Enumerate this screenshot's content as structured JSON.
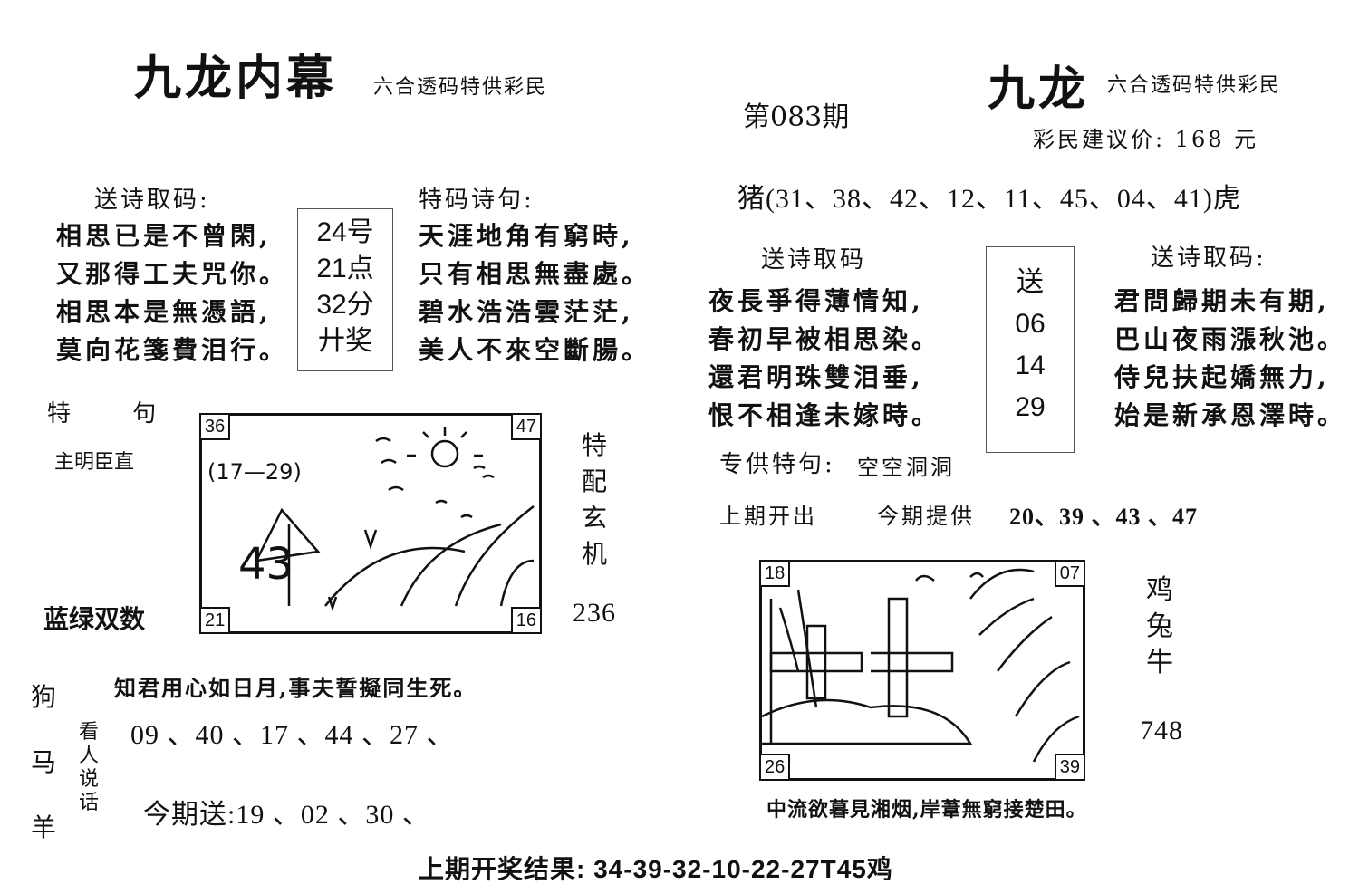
{
  "left": {
    "title": "九龙内幕",
    "subtitle": "六合透码特供彩民",
    "send_poem_header": "送诗取码:",
    "send_poem_lines": [
      "相思已是不曾閑,",
      "又那得工夫咒你。",
      "相思本是無憑語,",
      "莫向花箋費泪行。"
    ],
    "mid_box": [
      "24号",
      "21点",
      "32分",
      "廾奖"
    ],
    "special_poem_header": "特码诗句:",
    "special_poem_lines": [
      "天涯地角有窮時,",
      "只有相思無盡處。",
      "碧水浩浩雲茫茫,",
      "美人不來空斷腸。"
    ],
    "special_sentence_label": "特 句",
    "special_sentence": "主明臣直",
    "color_label": "蓝绿双数",
    "vertical_right": [
      "特",
      "配",
      "玄",
      "机"
    ],
    "number_236": "236",
    "picture": {
      "corners": {
        "tl": "36",
        "tr": "47",
        "bl": "21",
        "br": "16"
      },
      "scribble": "(17—29)",
      "scribble_num": "43"
    },
    "verse": "知君用心如日月,事夫誓擬同生死。",
    "animals_vertical": [
      "狗",
      "马",
      "羊"
    ],
    "look_label": [
      "看",
      "人",
      "说",
      "话"
    ],
    "look_numbers": "09 、40 、17 、44 、27 、",
    "today_send": "今期送:19 、02 、30 、"
  },
  "center": {
    "issue": "第083期"
  },
  "right": {
    "title": "九龙",
    "subtitle": "六合透码特供彩民",
    "price": "彩民建议价: 168 元",
    "pig_tiger_line": "猪(31、38、42、12、11、45、04、41)虎",
    "send_poem_header_left": "送诗取码",
    "send_poem_lines_left": [
      "夜長爭得薄情知,",
      "春初早被相思染。",
      "還君明珠雙泪垂,",
      "恨不相逢未嫁時。"
    ],
    "send_box": [
      "送",
      "06",
      "14",
      "29"
    ],
    "send_poem_header_right": "送诗取码:",
    "send_poem_lines_right": [
      "君問歸期未有期,",
      "巴山夜雨漲秋池。",
      "侍兒扶起嬌無力,",
      "始是新承恩澤時。"
    ],
    "special_line_label": "专供特句:",
    "special_line_value": "空空洞洞",
    "last_issue_label": "上期开出",
    "this_issue_label": "今期提供",
    "this_issue_numbers": "20、39 、43 、47",
    "picture": {
      "corners": {
        "tl": "18",
        "tr": "07",
        "bl": "26",
        "br": "39"
      }
    },
    "vertical_animals": [
      "鸡",
      "兔",
      "牛"
    ],
    "number_748": "748",
    "verse": "中流欲暮見湘烟,岸葦無窮接楚田。"
  },
  "footer": {
    "result": "上期开奖结果: 34-39-32-10-22-27T45鸡"
  },
  "colors": {
    "ink": "#111111",
    "paper": "#ffffff"
  }
}
